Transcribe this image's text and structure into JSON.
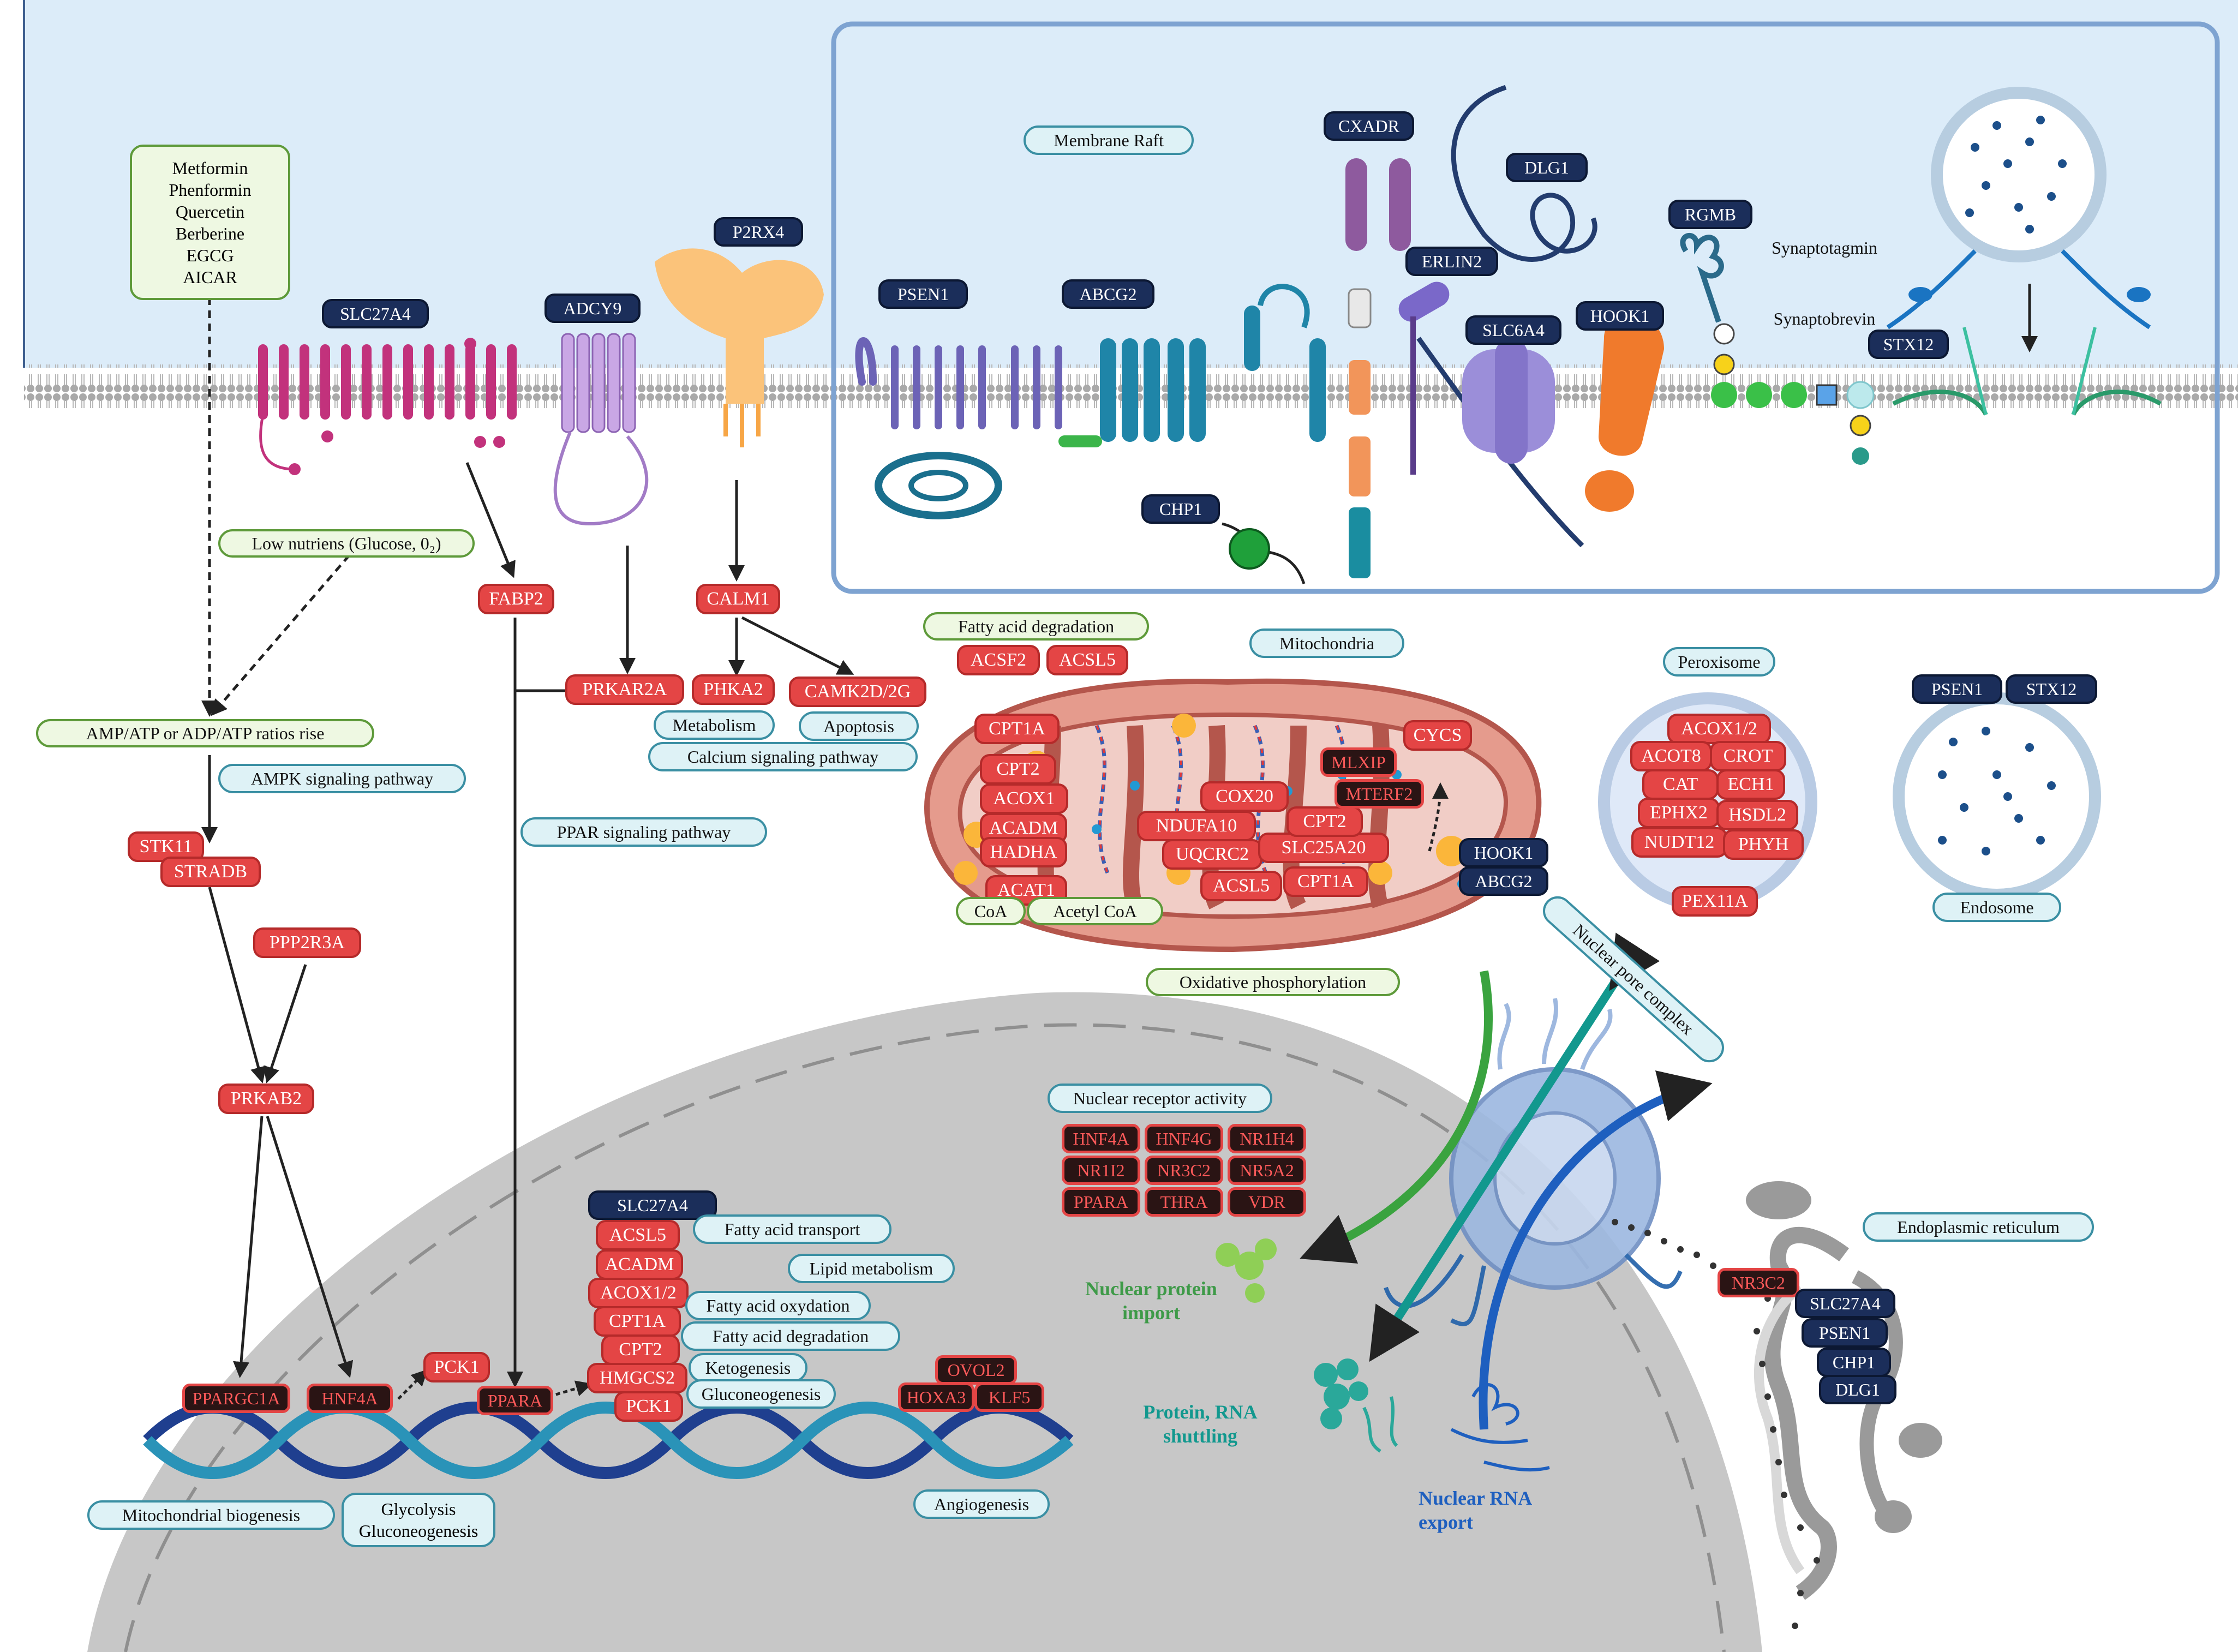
{
  "drugs": {
    "items": [
      "Metformin",
      "Phenformin",
      "Quercetin",
      "Berberine",
      "EGCG",
      "AICAR"
    ]
  },
  "membrane_proteins": {
    "slc27a4": "SLC27A4",
    "adcy9": "ADCY9",
    "p2rx4": "P2RX4",
    "psen1": "PSEN1",
    "abcg2": "ABCG2",
    "cxadr": "CXADR",
    "dlg1": "DLG1",
    "erlin2": "ERLIN2",
    "slc6a4": "SLC6A4",
    "hook1": "HOOK1",
    "rgmb": "RGMB",
    "stx12": "STX12",
    "chp1": "CHP1"
  },
  "raft": {
    "membrane_raft": "Membrane Raft",
    "synaptotagmin": "Synaptotagmin",
    "synaptobrevin": "Synaptobrevin"
  },
  "ampk": {
    "low_nutrients": "Low nutriens (Glucose, 0₂)",
    "ratios": "AMP/ATP or ADP/ATP ratios rise",
    "pathway": "AMPK signaling pathway",
    "stk11": "STK11",
    "stradb": "STRADB",
    "ppp2r3a": "PPP2R3A",
    "prkab2": "PRKAB2"
  },
  "signaling": {
    "fabp2": "FABP2",
    "calm1": "CALM1",
    "prkar2a": "PRKAR2A",
    "phka2": "PHKA2",
    "camk2": "CAMK2D/2G",
    "metabolism": "Metabolism",
    "apoptosis": "Apoptosis",
    "calcium_pathway": "Calcium  signaling pathway",
    "ppar_pathway": "PPAR signaling pathway"
  },
  "mito": {
    "fatty_acid_degradation": "Fatty acid degradation",
    "acsf2": "ACSF2",
    "acsl5_top": "ACSL5",
    "mitochondria": "Mitochondria",
    "left_genes": [
      "CPT1A",
      "CPT2",
      "ACOX1",
      "ACADM",
      "HADHA",
      "ACAT1"
    ],
    "cox20": "COX20",
    "ndufa10": "NDUFA10",
    "uqcrc2": "UQCRC2",
    "slc25a20": "SLC25A20",
    "cpt2_b": "CPT2",
    "cpt1a_b": "CPT1A",
    "acsl5_b": "ACSL5",
    "mlxip": "MLXIP",
    "mterf2": "MTERF2",
    "cycs": "CYCS",
    "hook1": "HOOK1",
    "abcg2": "ABCG2",
    "coa": "CoA",
    "acetyl_coa": "Acetyl CoA",
    "oxphos": "Oxidative phosphorylation"
  },
  "peroxisome": {
    "title": "Peroxisome",
    "acox12": "ACOX1/2",
    "acot8": "ACOT8",
    "crot": "CROT",
    "cat": "CAT",
    "ech1": "ECH1",
    "ephx2": "EPHX2",
    "hsdl2": "HSDL2",
    "nudt12": "NUDT12",
    "phyh": "PHYH",
    "pex11a": "PEX11A"
  },
  "endosome": {
    "title": "Endosome",
    "psen1": "PSEN1",
    "stx12": "STX12"
  },
  "nucleus": {
    "npc": "Nuclear pore complex",
    "receptor_activity": "Nuclear receptor activity",
    "receptors": [
      "HNF4A",
      "HNF4G",
      "NR1H4",
      "NR1I2",
      "NR3C2",
      "NR5A2",
      "PPARA",
      "THRA",
      "VDR"
    ],
    "protein_import": "Nuclear protein import",
    "shuttling": "Protein, RNA shuttling",
    "rna_export": "Nuclear RNA export",
    "slc27a4": "SLC27A4",
    "stack": [
      "ACSL5",
      "ACADM",
      "ACOX1/2",
      "CPT1A",
      "CPT2",
      "HMGCS2",
      "PCK1"
    ],
    "fatty_acid_transport": "Fatty acid transport",
    "lipid_metabolism": "Lipid metabolism",
    "fa_oxydation": "Fatty acid oxydation",
    "fa_degradation": "Fatty acid degradation",
    "ketogenesis": "Ketogenesis",
    "gluconeogenesis": "Gluconeogenesis",
    "ppargc1a": "PPARGC1A",
    "hnf4a": "HNF4A",
    "pck1": "PCK1",
    "ppara": "PPARA",
    "ovol2": "OVOL2",
    "hoxa3": "HOXA3",
    "klf5": "KLF5",
    "mito_biogenesis": "Mitochondrial biogenesis",
    "glycolysis": "Glycolysis",
    "gluconeogenesis2": "Gluconeogenesis",
    "angiogenesis": "Angiogenesis"
  },
  "er": {
    "title": "Endoplasmic reticulum",
    "nr3c2": "NR3C2",
    "slc27a4": "SLC27A4",
    "psen1": "PSEN1",
    "chp1": "CHP1",
    "dlg1": "DLG1"
  }
}
